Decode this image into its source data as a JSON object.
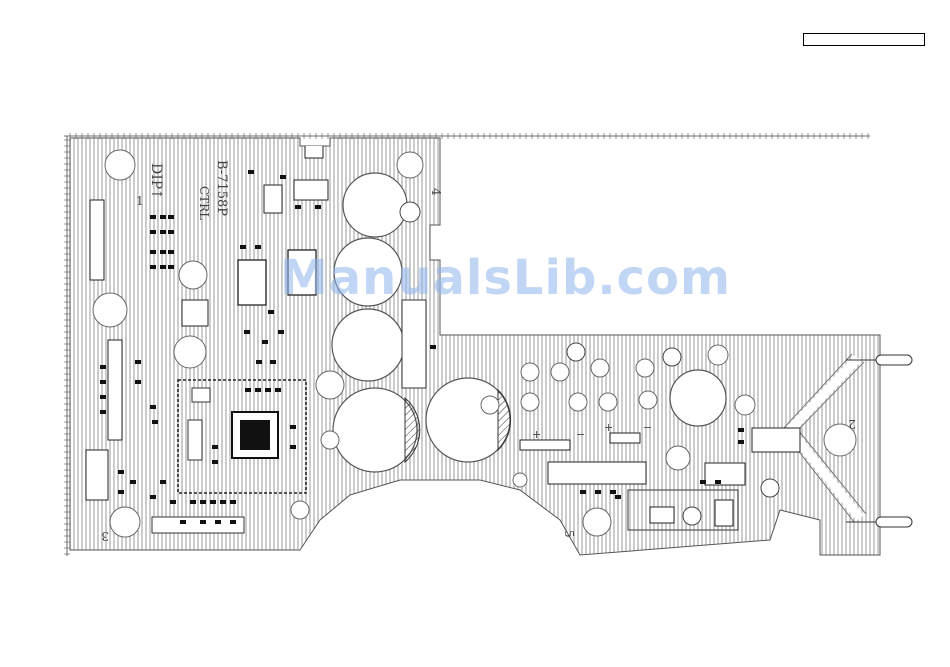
{
  "header": {
    "page_box_text": ""
  },
  "board": {
    "part_number": "B-7158P",
    "function": "CTRL",
    "dip_label": "DIP",
    "dip_arrow": "↑",
    "corner_numbers": [
      "1",
      "2",
      "3",
      "4",
      "5"
    ],
    "polarity": {
      "plus": "+",
      "minus": "−"
    },
    "trace_color": "#b0b0b0",
    "outline_color": "#555555"
  },
  "watermark": {
    "text": "ManualsLib.com",
    "color": "#8cb4eb"
  }
}
